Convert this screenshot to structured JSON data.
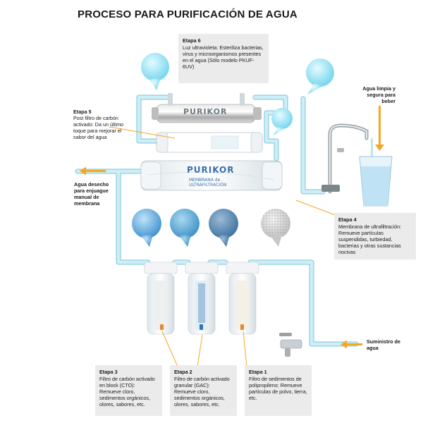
{
  "title": "PROCESO PARA PURIFICACIÓN DE AGUA",
  "stages": {
    "stage6": {
      "heading": "Etapa 6",
      "text": "Luz ultravioleta: Esteriliza bacterias, virus y microorganismos presentes en el agua (Sólo modelo PKUF-6UV)"
    },
    "stage5": {
      "heading": "Etapa 5",
      "text": "Post filtro de carbón activado: Da un último toque para mejorar el sabor del agua"
    },
    "stage4": {
      "heading": "Etapa 4",
      "text": "Membrana de ultrafiltración: Remueve partículas suspendidas, turbiedad, bacterias y otras sustancias nocivas"
    },
    "stage3": {
      "heading": "Etapa 3",
      "text": "Filtro de carbón activado en block (CTO): Remueve cloro, sedimentos orgánicos, olores, sabores, etc."
    },
    "stage2": {
      "heading": "Etapa 2",
      "text": "Filtro de carbón activado granular (GAC): Remueve cloro, sedimentos orgánicos, olores, sabores, etc."
    },
    "stage1": {
      "heading": "Etapa 1",
      "text": "Filtro de sedimentos de polipropileno: Remueve partículas de polvo, tierra, etc."
    }
  },
  "labels": {
    "clean_water": "Agua limpia y segura para beber",
    "waste_water": "Agua desecho para enjuague manual de membrana",
    "supply": "Suministro de agua"
  },
  "brand": {
    "name": "PURIKOR",
    "membrane": "MEMBRANA de ULTRAFILTRACIÓN"
  },
  "colors": {
    "accent_orange": "#f5a623",
    "pipe": "#bfe6f0",
    "pipe_edge": "#7fc4d8",
    "box_bg": "#ebebeb"
  }
}
